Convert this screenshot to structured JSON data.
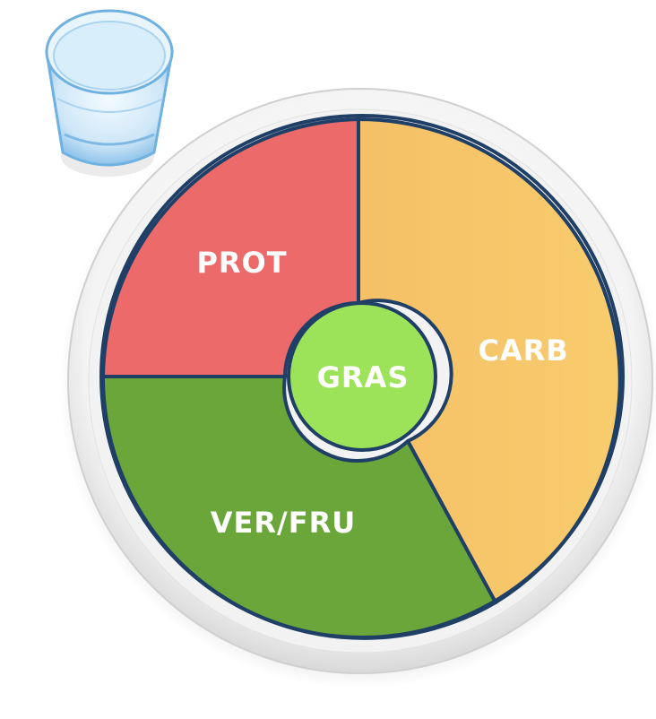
{
  "plate": {
    "sections": [
      {
        "key": "protein",
        "label": "PROT",
        "color": "#ec6a6a",
        "share": 0.25
      },
      {
        "key": "carbohydrate",
        "label": "CARB",
        "color": "#f6c468",
        "share": 0.45
      },
      {
        "key": "vegetables-fruits",
        "label": "VER/FRU",
        "color": "#6aa63a",
        "share": 0.3
      }
    ],
    "center": {
      "key": "fat",
      "label": "GRAS",
      "color": "#9de35a"
    },
    "outline_color": "#1f3f66"
  }
}
